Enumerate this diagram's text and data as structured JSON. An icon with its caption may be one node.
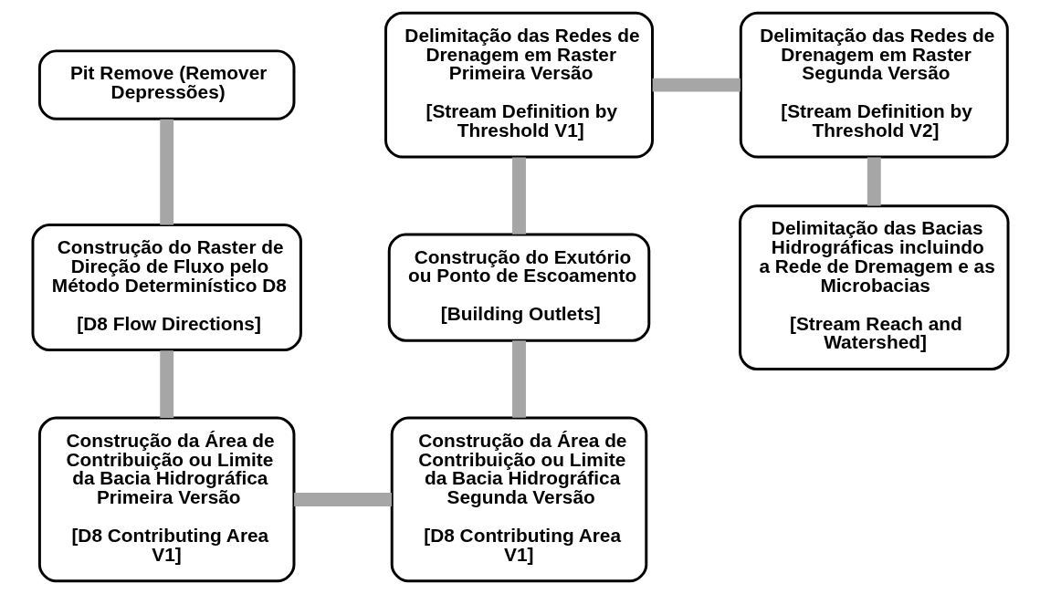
{
  "diagram": {
    "nodes": [
      {
        "text": [
          "Pit Remove (Remover Depressões)"
        ]
      },
      {
        "text": [
          "Delimitação das Redes de Drenagem em Raster Primeira Versão",
          "[Stream Definition by Threshold V1]"
        ]
      },
      {
        "text": [
          "Delimitação das Redes de Drenagem em Raster Segunda Versão",
          "[Stream Definition by Threshold V2]"
        ]
      },
      {
        "text": [
          "Construção do Raster de Direção de Fluxo pelo Método Determinístico D8",
          "[D8 Flow Directions]"
        ]
      },
      {
        "text": [
          "Construção do Exutório ou Ponto de Escoamento",
          "[Building Outlets]"
        ]
      },
      {
        "text": [
          "Delimitação das Bacias Hidrográficas incluindo a Rede de Dremagem e as Microbacias",
          "[Stream Reach and Watershed]"
        ]
      },
      {
        "text": [
          "Construção da Área de Contribuição ou Limite da Bacia Hidrográfica Primeira Versão",
          "[D8 Contributing Area V1]"
        ]
      },
      {
        "text": [
          "Construção da Área de Contribuição ou Limite da Bacia Hidrográfica Segunda Versão",
          "[D8 Contributing Area V1]"
        ]
      }
    ],
    "edges": [
      {
        "from": 0,
        "to": 3,
        "arrow": "none"
      },
      {
        "from": 3,
        "to": 6,
        "arrow": "none"
      },
      {
        "from": 6,
        "to": 7,
        "arrow": "none"
      },
      {
        "from": 7,
        "to": 4,
        "arrow": "none"
      },
      {
        "from": 4,
        "to": 1,
        "arrow": "none"
      },
      {
        "from": 1,
        "to": 2,
        "arrow": "none"
      },
      {
        "from": 2,
        "to": 5,
        "arrow": "none"
      }
    ]
  }
}
